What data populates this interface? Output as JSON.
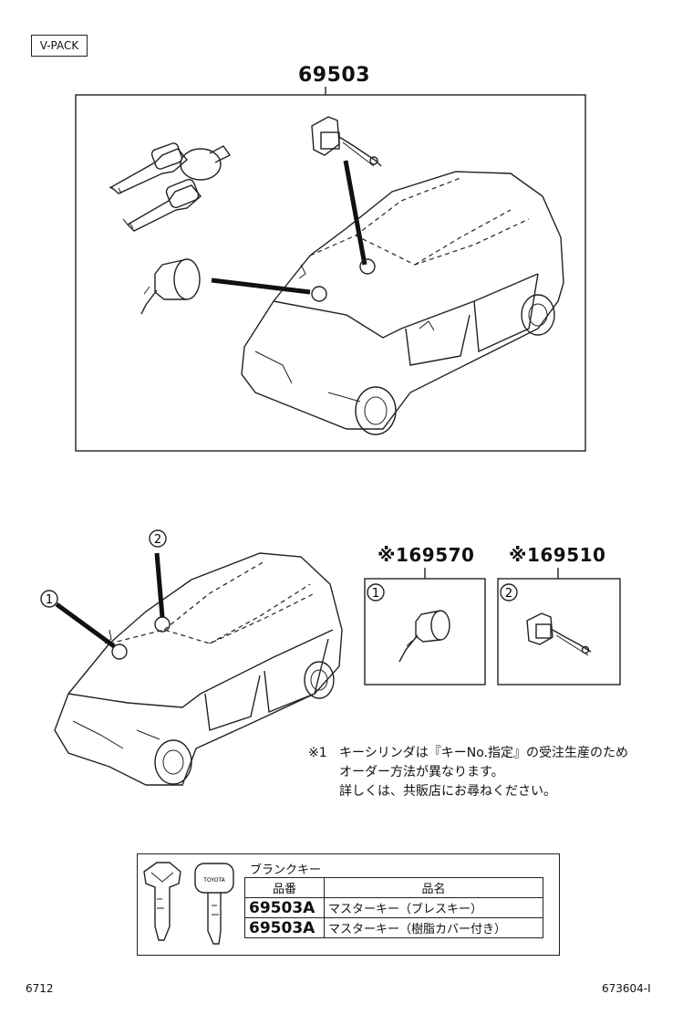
{
  "badge": "V-PACK",
  "kit": {
    "part_number": "69503"
  },
  "locations": {
    "callout_1": "1",
    "callout_2": "2"
  },
  "cylinder_door": {
    "part_number": "※169570",
    "ref": "1"
  },
  "cylinder_back": {
    "part_number": "※169510",
    "ref": "2"
  },
  "note": {
    "mark": "※1",
    "line1": "キーシリンダは『キーNo.指定』の受注生産のため",
    "line2": "オーダー方法が異なります。",
    "line3": "詳しくは、共販店にお尋ねください。"
  },
  "blank_keys": {
    "title": "ブランクキー",
    "header_part": "品番",
    "header_name": "品名",
    "rows": [
      {
        "part": "69503A",
        "name": "マスターキー（ブレスキー）"
      },
      {
        "part": "69503A",
        "name": "マスターキー（樹脂カバー付き）"
      }
    ],
    "key_logo": "TOYOTA"
  },
  "footer": {
    "left": "6712",
    "right": "673604-I"
  }
}
